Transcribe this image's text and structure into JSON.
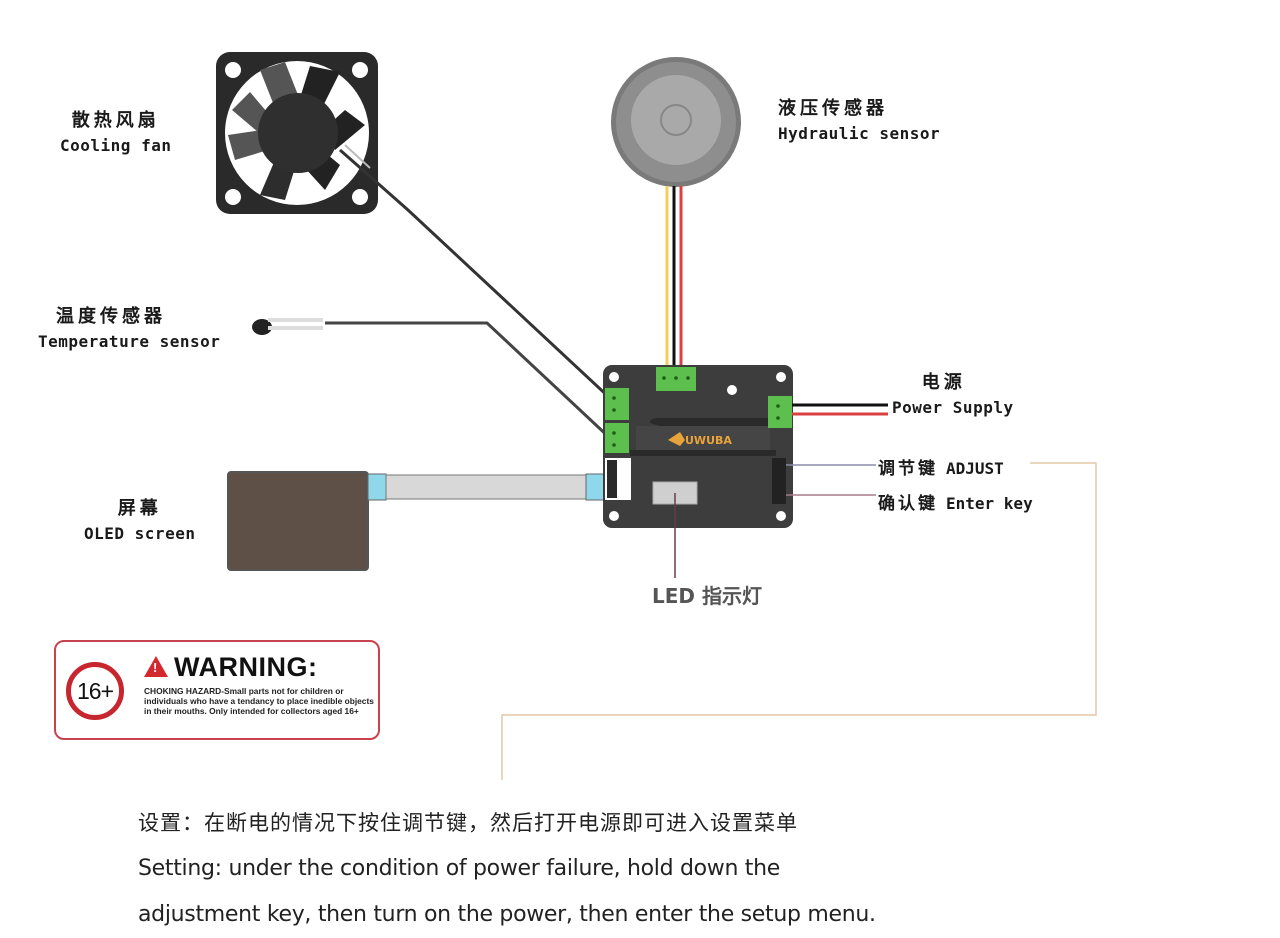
{
  "components": {
    "cooling_fan": {
      "label_zh": "散热风扇",
      "label_en": "Cooling fan"
    },
    "hydraulic_sensor": {
      "label_zh": "液压传感器",
      "label_en": "Hydraulic sensor"
    },
    "temperature_sensor": {
      "label_zh": "温度传感器",
      "label_en": "Temperature sensor"
    },
    "oled_screen": {
      "label_zh": "屏幕",
      "label_en": "OLED screen"
    },
    "power_supply": {
      "label_zh": "电源",
      "label_en": "Power Supply"
    },
    "adjust_key": {
      "label_zh": "调节键",
      "label_en": "ADJUST"
    },
    "enter_key": {
      "label_zh": "确认键",
      "label_en": "Enter key"
    },
    "led_indicator": {
      "label": "LED 指示灯"
    },
    "board": {
      "logo": "UWUBA"
    }
  },
  "warning": {
    "age": "16+",
    "title": "WARNING:",
    "text": "CHOKING HAZARD-Small parts not for children or individuals who have a tendancy to place inedible objects in their mouths. Only intended for collectors aged 16+"
  },
  "setting_note": {
    "zh": "设置：在断电的情况下按住调节键，然后打开电源即可进入设置菜单",
    "en_line1": "Setting: under the condition of power failure, hold down the",
    "en_line2": "adjustment key, then turn on the power, then enter the setup menu."
  },
  "colors": {
    "board": "#3d3d3d",
    "connector_green": "#5cbf4e",
    "ribbon_cyan": "#8fd8ec",
    "oled_brown": "#5e5046",
    "wire_red": "#d9403f",
    "wire_yellow": "#f0d05a",
    "leader_tan": "#e2c9a6",
    "warning_red": "#c8262e",
    "logo_orange": "#e8a33a"
  }
}
